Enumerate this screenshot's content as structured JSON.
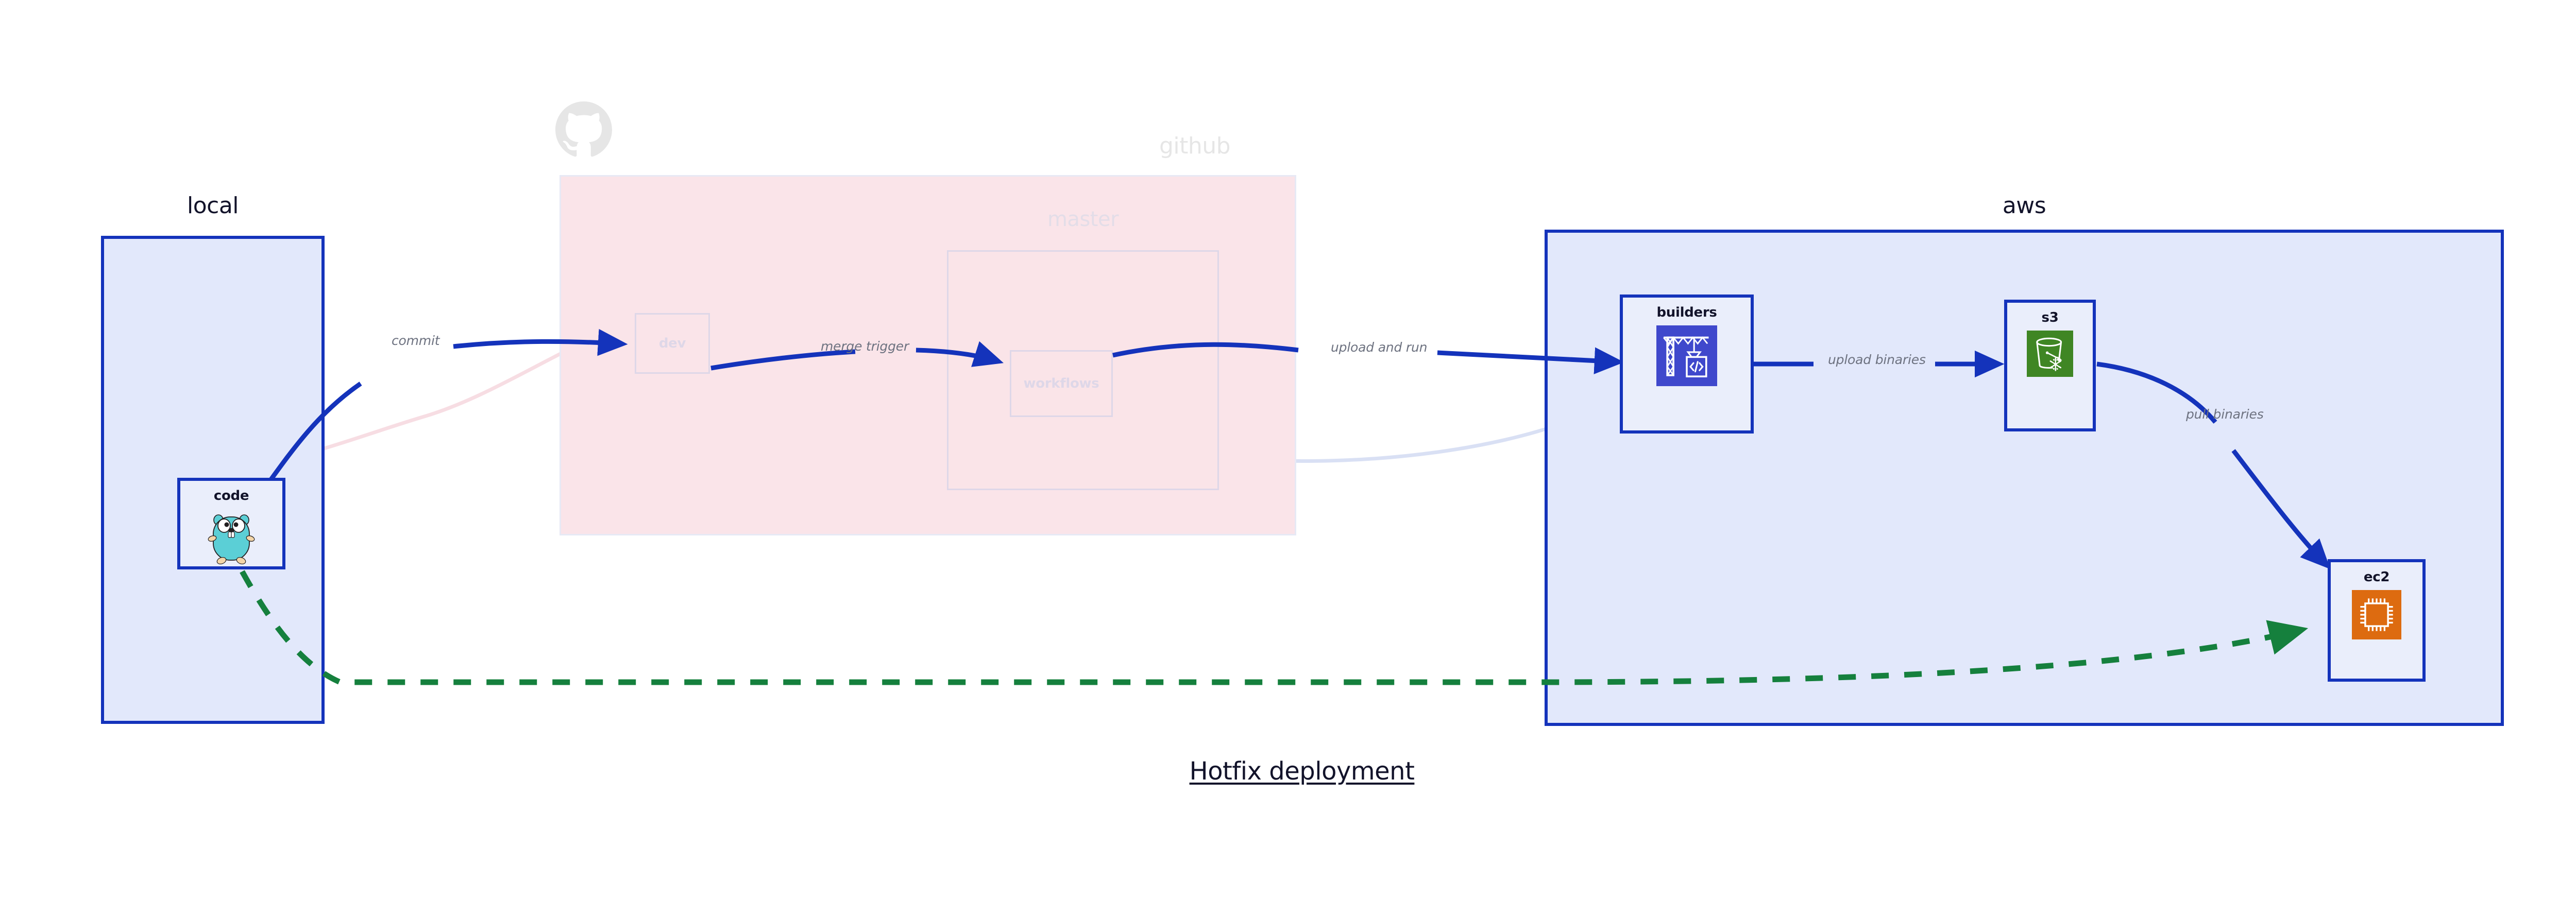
{
  "diagram": {
    "title": "Hotfix deployment",
    "background": "#ffffff"
  },
  "colors": {
    "cluster_blue_fill": "#e2e8fb",
    "cluster_blue_border": "#1433bb",
    "cluster_pink_fill": "#fae4e9",
    "node_fill": "#eaeefb",
    "edge_active": "#1433bb",
    "edge_dashed_green": "#15803d",
    "edge_faded_blue": "#ccd4ef",
    "edge_faded_pink": "#f7dde3",
    "label_text": "#6d7280",
    "muted_text": "#e6e6e6",
    "aws_codebuild": "#3f48cc",
    "aws_s3": "#3f8624",
    "aws_ec2": "#dd6b10",
    "go_gopher": "#5bcfd6"
  },
  "clusters": [
    {
      "id": "local",
      "label": "local",
      "dimmed": false
    },
    {
      "id": "github",
      "label": "github",
      "dimmed": true
    },
    {
      "id": "master",
      "label": "master",
      "dimmed": true
    },
    {
      "id": "aws",
      "label": "aws",
      "dimmed": false
    }
  ],
  "nodes": [
    {
      "id": "code",
      "label": "code",
      "icon": "go-gopher-icon",
      "cluster": "local",
      "dimmed": false
    },
    {
      "id": "dev",
      "label": "dev",
      "icon": "none",
      "cluster": "github",
      "dimmed": true
    },
    {
      "id": "workflows",
      "label": "workflows",
      "icon": "none",
      "cluster": "master",
      "dimmed": true
    },
    {
      "id": "builders",
      "label": "builders",
      "icon": "aws-codebuild-icon",
      "cluster": "aws",
      "dimmed": false
    },
    {
      "id": "s3",
      "label": "s3",
      "icon": "aws-s3-icon",
      "cluster": "aws",
      "dimmed": false
    },
    {
      "id": "ec2",
      "label": "ec2",
      "icon": "aws-ec2-icon",
      "cluster": "aws",
      "dimmed": false
    }
  ],
  "edges": [
    {
      "id": "code-to-dev",
      "label": "commit",
      "from": "code",
      "to": "dev",
      "style": "solid",
      "dimmed": false
    },
    {
      "id": "dev-to-workflows",
      "label": "merge trigger",
      "from": "dev",
      "to": "workflows",
      "style": "solid",
      "dimmed": false
    },
    {
      "id": "workflows-to-builders",
      "label": "upload and run",
      "from": "workflows",
      "to": "builders",
      "style": "solid",
      "dimmed": false
    },
    {
      "id": "builders-to-s3",
      "label": "upload binaries",
      "from": "builders",
      "to": "s3",
      "style": "solid",
      "dimmed": false
    },
    {
      "id": "s3-to-ec2",
      "label": "pull binaries",
      "from": "s3",
      "to": "ec2",
      "style": "solid",
      "dimmed": false
    },
    {
      "id": "code-to-ec2",
      "label": "",
      "from": "code",
      "to": "ec2",
      "style": "dashed",
      "dimmed": false
    },
    {
      "id": "code-to-dev-faded",
      "label": "",
      "from": "code",
      "to": "dev",
      "style": "solid",
      "dimmed": true
    },
    {
      "id": "dev-to-workflows-faded",
      "label": "",
      "from": "dev",
      "to": "workflows",
      "style": "solid",
      "dimmed": true
    },
    {
      "id": "workflows-to-builders-faded",
      "label": "",
      "from": "workflows",
      "to": "builders",
      "style": "solid",
      "dimmed": true
    }
  ],
  "logos": [
    {
      "id": "github-logo",
      "name": "github-octocat-logo"
    }
  ]
}
